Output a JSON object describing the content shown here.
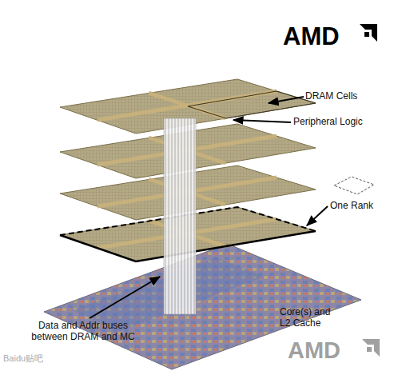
{
  "diagram": {
    "labels": [
      "AMD",
      "DRAM Cells",
      "Peripheral Logic",
      "One Rank",
      "Data and Addr buses between DRAM and MC",
      "Core(s) and L2 Cache",
      "AMD",
      "Baidu贴吧"
    ]
  }
}
